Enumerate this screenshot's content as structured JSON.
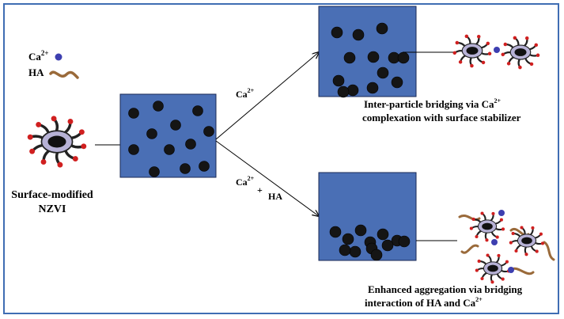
{
  "legend": {
    "ca_label": "Ca",
    "ca_sup": "2+",
    "ha_label": "HA"
  },
  "nzvi_label_line1": "Surface-modified",
  "nzvi_label_line2": "NZVI",
  "arrow_upper": {
    "base": "Ca",
    "sup": "2+"
  },
  "arrow_lower": {
    "base": "Ca",
    "sup": "2+",
    "plus": "+",
    "ha": "HA"
  },
  "caption_top_line1_a": "Inter-particle  bridging  via  Ca",
  "caption_top_line1_sup": "2+",
  "caption_top_line2": "complexation  with  surface stabilizer",
  "caption_bottom_line1": "Enhanced aggregation  via bridging",
  "caption_bottom_line2_a": "interaction  of HA and  Ca",
  "caption_bottom_line2_sup": "2+",
  "colors": {
    "box_fill": "#4a6fb5",
    "box_stroke": "#1a2a55",
    "particle": "#151515",
    "ca_dot": "#3d3fb0",
    "ha_chain": "#9a6a3a",
    "ligand_tip": "#d02020",
    "core_shell": "#b7b2d6",
    "frame": "#3f6db3"
  }
}
